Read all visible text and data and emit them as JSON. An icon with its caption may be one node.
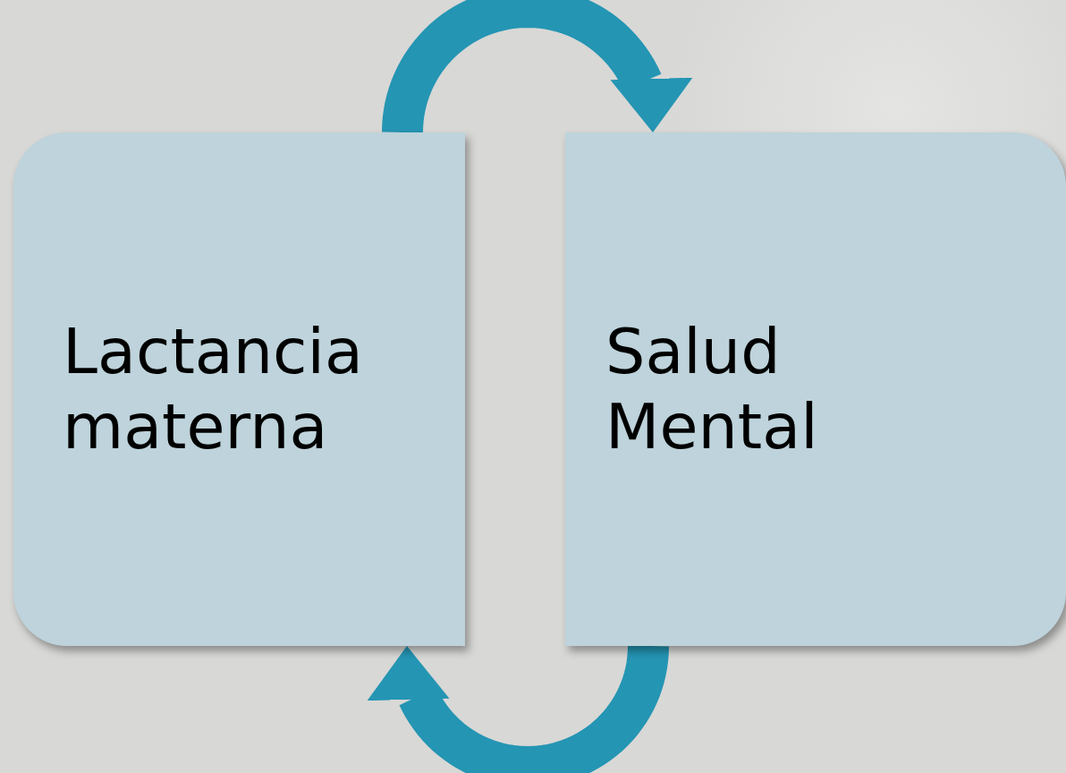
{
  "diagram": {
    "nodes": [
      {
        "text": [
          "Lactancia materna"
        ]
      },
      {
        "text": [
          "Salud Mental"
        ]
      }
    ],
    "edges": [
      {
        "from": 0,
        "to": 1,
        "arrow": "to"
      },
      {
        "from": 1,
        "to": 0,
        "arrow": "to"
      }
    ]
  }
}
